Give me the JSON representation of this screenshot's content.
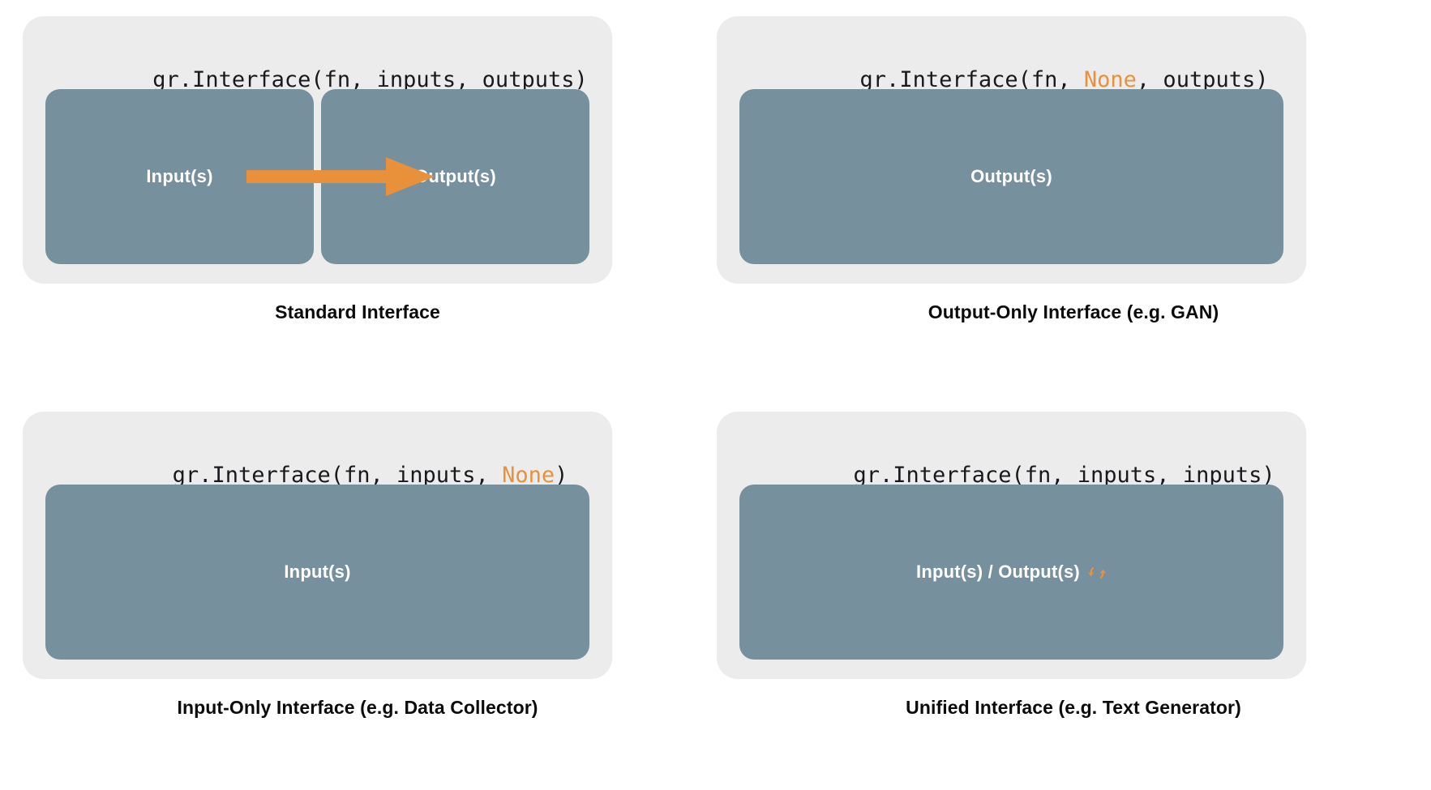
{
  "colors": {
    "page_background": "#FFFFFF",
    "panel_background": "#ECECEC",
    "box_fill": "#76909E",
    "accent_orange": "#E8913A",
    "box_label_text": "#FFFFFF",
    "caption_text": "#0B0B0D",
    "code_text": "#17191C"
  },
  "panels": [
    {
      "id": "standard-interface",
      "code": {
        "prefix": "gr.Interface(fn, inputs, outputs)",
        "part_a": "gr.Interface(fn, inputs, outputs)",
        "highlight": "",
        "part_b": ""
      },
      "boxes": [
        {
          "label": "Input(s)"
        },
        {
          "label": "Output(s)"
        }
      ],
      "arrow": {
        "name": "flow-arrow",
        "color": "#E8913A",
        "direction": "left-to-right"
      },
      "caption": "Standard Interface"
    },
    {
      "id": "output-only-interface",
      "code": {
        "part_a": "gr.Interface(fn, ",
        "highlight": "None",
        "part_b": ", outputs)"
      },
      "boxes": [
        {
          "label": "Output(s)"
        }
      ],
      "arrow": null,
      "caption": "Output-Only Interface (e.g. GAN)"
    },
    {
      "id": "input-only-interface",
      "code": {
        "part_a": "gr.Interface(fn, inputs, ",
        "highlight": "None",
        "part_b": ")"
      },
      "boxes": [
        {
          "label": "Input(s)"
        }
      ],
      "arrow": null,
      "caption": "Input-Only Interface (e.g. Data Collector)"
    },
    {
      "id": "unified-interface",
      "code": {
        "part_a": "gr.Interface(fn, inputs, inputs)",
        "highlight": "",
        "part_b": ""
      },
      "boxes": [
        {
          "label": "Input(s) / Output(s)",
          "icon": "refresh-loop-icon",
          "icon_color": "#E8913A"
        }
      ],
      "arrow": null,
      "caption": "Unified Interface (e.g. Text Generator)"
    }
  ]
}
